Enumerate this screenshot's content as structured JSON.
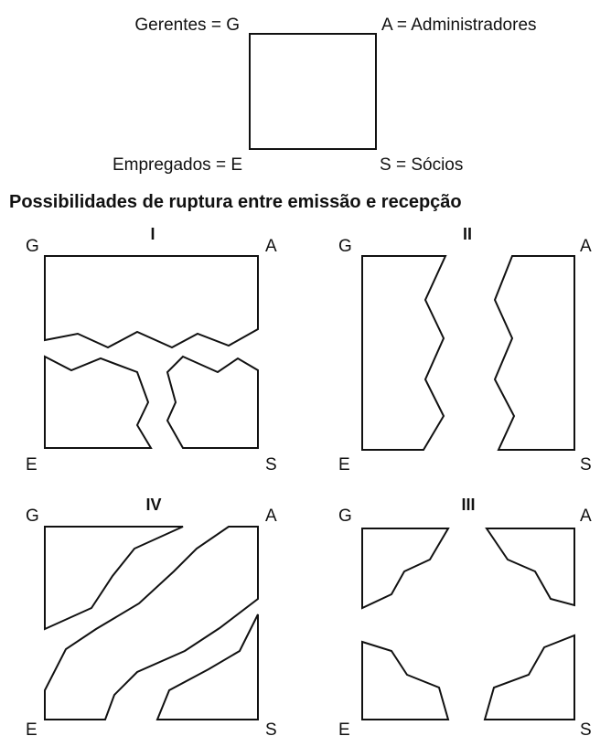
{
  "legend": {
    "gerentes": "Gerentes = G",
    "administradores": "A = Administradores",
    "empregados": "Empregados = E",
    "socios": "S = Sócios"
  },
  "heading": "Possibilidades de ruptura entre emissão e recepção",
  "corners": {
    "g": "G",
    "a": "A",
    "e": "E",
    "s": "S"
  },
  "panels": {
    "p1": {
      "numeral": "I"
    },
    "p2": {
      "numeral": "II"
    },
    "p4": {
      "numeral": "IV"
    },
    "p3": {
      "numeral": "III"
    }
  }
}
